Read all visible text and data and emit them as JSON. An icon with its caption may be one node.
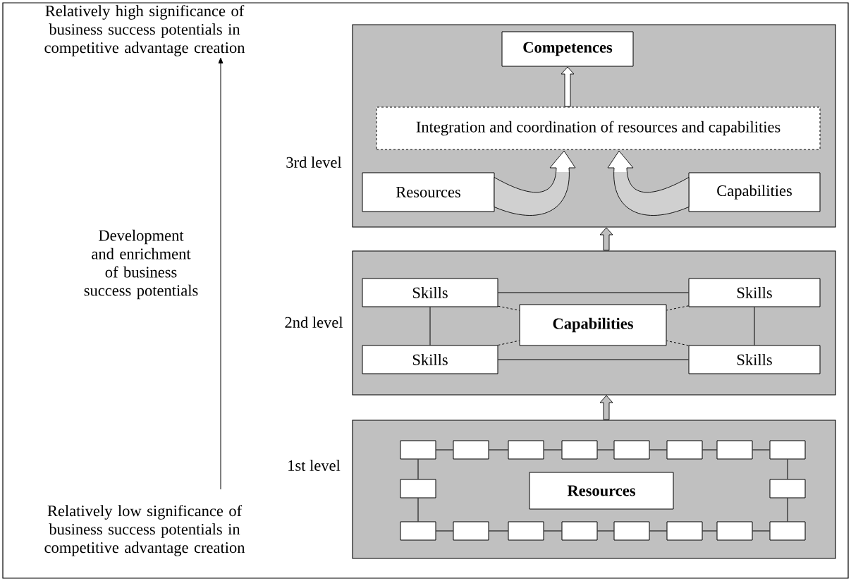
{
  "diagram": {
    "nodes": [
      {
        "text": [
          "Relatively high significance of business success potentials in competitive advantage creation"
        ]
      },
      {
        "text": [],
        "shape": "box"
      },
      {
        "text": [
          "Competences"
        ],
        "in": 1
      },
      {
        "text": [
          "Integration and coordination of resources and capabilities"
        ],
        "in": 1
      },
      {
        "text": [
          "Resources"
        ],
        "in": 1
      },
      {
        "text": [
          "Capabilities"
        ],
        "in": 1
      },
      {
        "text": [],
        "shape": "box"
      },
      {
        "text": [
          "Skills"
        ],
        "in": 6
      },
      {
        "text": [
          "Skills"
        ],
        "in": 6
      },
      {
        "text": [
          "Capabilities"
        ],
        "in": 6
      },
      {
        "text": [
          "Skills"
        ],
        "in": 6
      },
      {
        "text": [
          "Skills"
        ],
        "in": 6
      },
      {
        "text": [],
        "shape": "box"
      },
      {
        "text": [],
        "shape": "box",
        "in": 12
      },
      {
        "text": [],
        "shape": "box",
        "in": 12
      },
      {
        "text": [],
        "shape": "box",
        "in": 12
      },
      {
        "text": [],
        "shape": "box",
        "in": 12
      },
      {
        "text": [],
        "shape": "box",
        "in": 12
      },
      {
        "text": [],
        "shape": "box",
        "in": 12
      },
      {
        "text": [],
        "shape": "box",
        "in": 12
      },
      {
        "text": [],
        "shape": "box",
        "in": 12
      },
      {
        "text": [],
        "shape": "box",
        "in": 12
      },
      {
        "text": [
          "Resources"
        ],
        "in": 12
      },
      {
        "text": [],
        "shape": "box",
        "in": 12
      },
      {
        "text": [],
        "shape": "box",
        "in": 12
      },
      {
        "text": [],
        "shape": "box",
        "in": 12
      },
      {
        "text": [],
        "shape": "box",
        "in": 12
      },
      {
        "text": [],
        "shape": "box",
        "in": 12
      },
      {
        "text": [],
        "shape": "box",
        "in": 12
      },
      {
        "text": [],
        "shape": "box",
        "in": 12
      },
      {
        "text": [],
        "shape": "box",
        "in": 12
      },
      {
        "text": [],
        "shape": "box",
        "in": 12
      },
      {
        "text": [
          "Relatively low significance of business success potentials in competitive advantage creation"
        ]
      }
    ],
    "edges": [
      {
        "from": 32,
        "to": 0,
        "arrow": "to"
      },
      {
        "from": 3,
        "to": 2,
        "arrow": "to",
        "style": "thick"
      },
      {
        "from": 4,
        "to": 3,
        "arrow": "to",
        "style": "thick"
      },
      {
        "from": 5,
        "to": 3,
        "arrow": "to",
        "style": "thick"
      },
      {
        "from": 6,
        "to": 1,
        "arrow": "to",
        "style": "thick"
      },
      {
        "from": 12,
        "to": 6,
        "arrow": "to",
        "style": "thick"
      },
      {
        "from": 7,
        "to": 8,
        "arrow": "none"
      },
      {
        "from": 7,
        "to": 10,
        "arrow": "none"
      },
      {
        "from": 8,
        "to": 11,
        "arrow": "none"
      },
      {
        "from": 10,
        "to": 11,
        "arrow": "none"
      },
      {
        "from": 7,
        "to": 9,
        "arrow": "none",
        "style": "dashed"
      },
      {
        "from": 8,
        "to": 9,
        "arrow": "none",
        "style": "dashed"
      },
      {
        "from": 10,
        "to": 9,
        "arrow": "none",
        "style": "dashed"
      },
      {
        "from": 11,
        "to": 9,
        "arrow": "none",
        "style": "dashed"
      },
      {
        "from": 13,
        "to": 14,
        "arrow": "none"
      },
      {
        "from": 14,
        "to": 15,
        "arrow": "none"
      },
      {
        "from": 15,
        "to": 16,
        "arrow": "none"
      },
      {
        "from": 16,
        "to": 17,
        "arrow": "none"
      },
      {
        "from": 17,
        "to": 18,
        "arrow": "none"
      },
      {
        "from": 18,
        "to": 19,
        "arrow": "none"
      },
      {
        "from": 19,
        "to": 20,
        "arrow": "none"
      },
      {
        "from": 13,
        "to": 21,
        "arrow": "none"
      },
      {
        "from": 21,
        "to": 24,
        "arrow": "none"
      },
      {
        "from": 20,
        "to": 23,
        "arrow": "none"
      },
      {
        "from": 23,
        "to": 31,
        "arrow": "none"
      },
      {
        "from": 24,
        "to": 25,
        "arrow": "none"
      },
      {
        "from": 25,
        "to": 26,
        "arrow": "none"
      },
      {
        "from": 26,
        "to": 27,
        "arrow": "none"
      },
      {
        "from": 27,
        "to": 28,
        "arrow": "none"
      },
      {
        "from": 28,
        "to": 29,
        "arrow": "none"
      },
      {
        "from": 29,
        "to": 30,
        "arrow": "none"
      },
      {
        "from": 30,
        "to": 31,
        "arrow": "none"
      }
    ],
    "labels": [
      "3rd level",
      "Development and enrichment of business success potentials",
      "2nd level",
      "1st level"
    ]
  }
}
